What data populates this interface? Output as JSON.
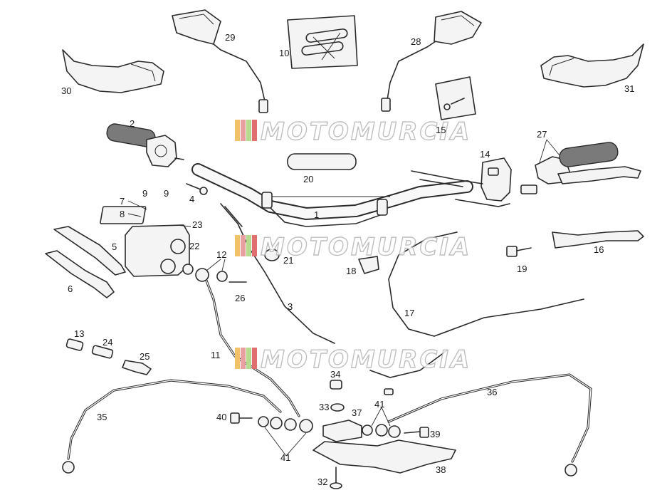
{
  "watermark": {
    "text": "MOTOMURCIA",
    "stripe_colors": [
      "#f0c36a",
      "#e8a0a0",
      "#b7d88f",
      "#e07070"
    ]
  },
  "labels": {
    "p1": "1",
    "p2": "2",
    "p3": "3",
    "p4": "4",
    "p5": "5",
    "p6": "6",
    "p7": "7",
    "p8": "8",
    "p9a": "9",
    "p9b": "9",
    "p10": "10",
    "p11": "11",
    "p12": "12",
    "p13": "13",
    "p14": "14",
    "p15": "15",
    "p16": "16",
    "p17": "17",
    "p18": "18",
    "p19": "19",
    "p20": "20",
    "p21": "21",
    "p22": "22",
    "p23": "23",
    "p24": "24",
    "p25": "25",
    "p26": "26",
    "p27": "27",
    "p28": "28",
    "p29": "29",
    "p30": "30",
    "p31": "31",
    "p32": "32",
    "p33": "33",
    "p34": "34",
    "p35": "35",
    "p36": "36",
    "p37": "37",
    "p38": "38",
    "p39": "39",
    "p40": "40",
    "p41a": "41",
    "p41b": "41"
  }
}
